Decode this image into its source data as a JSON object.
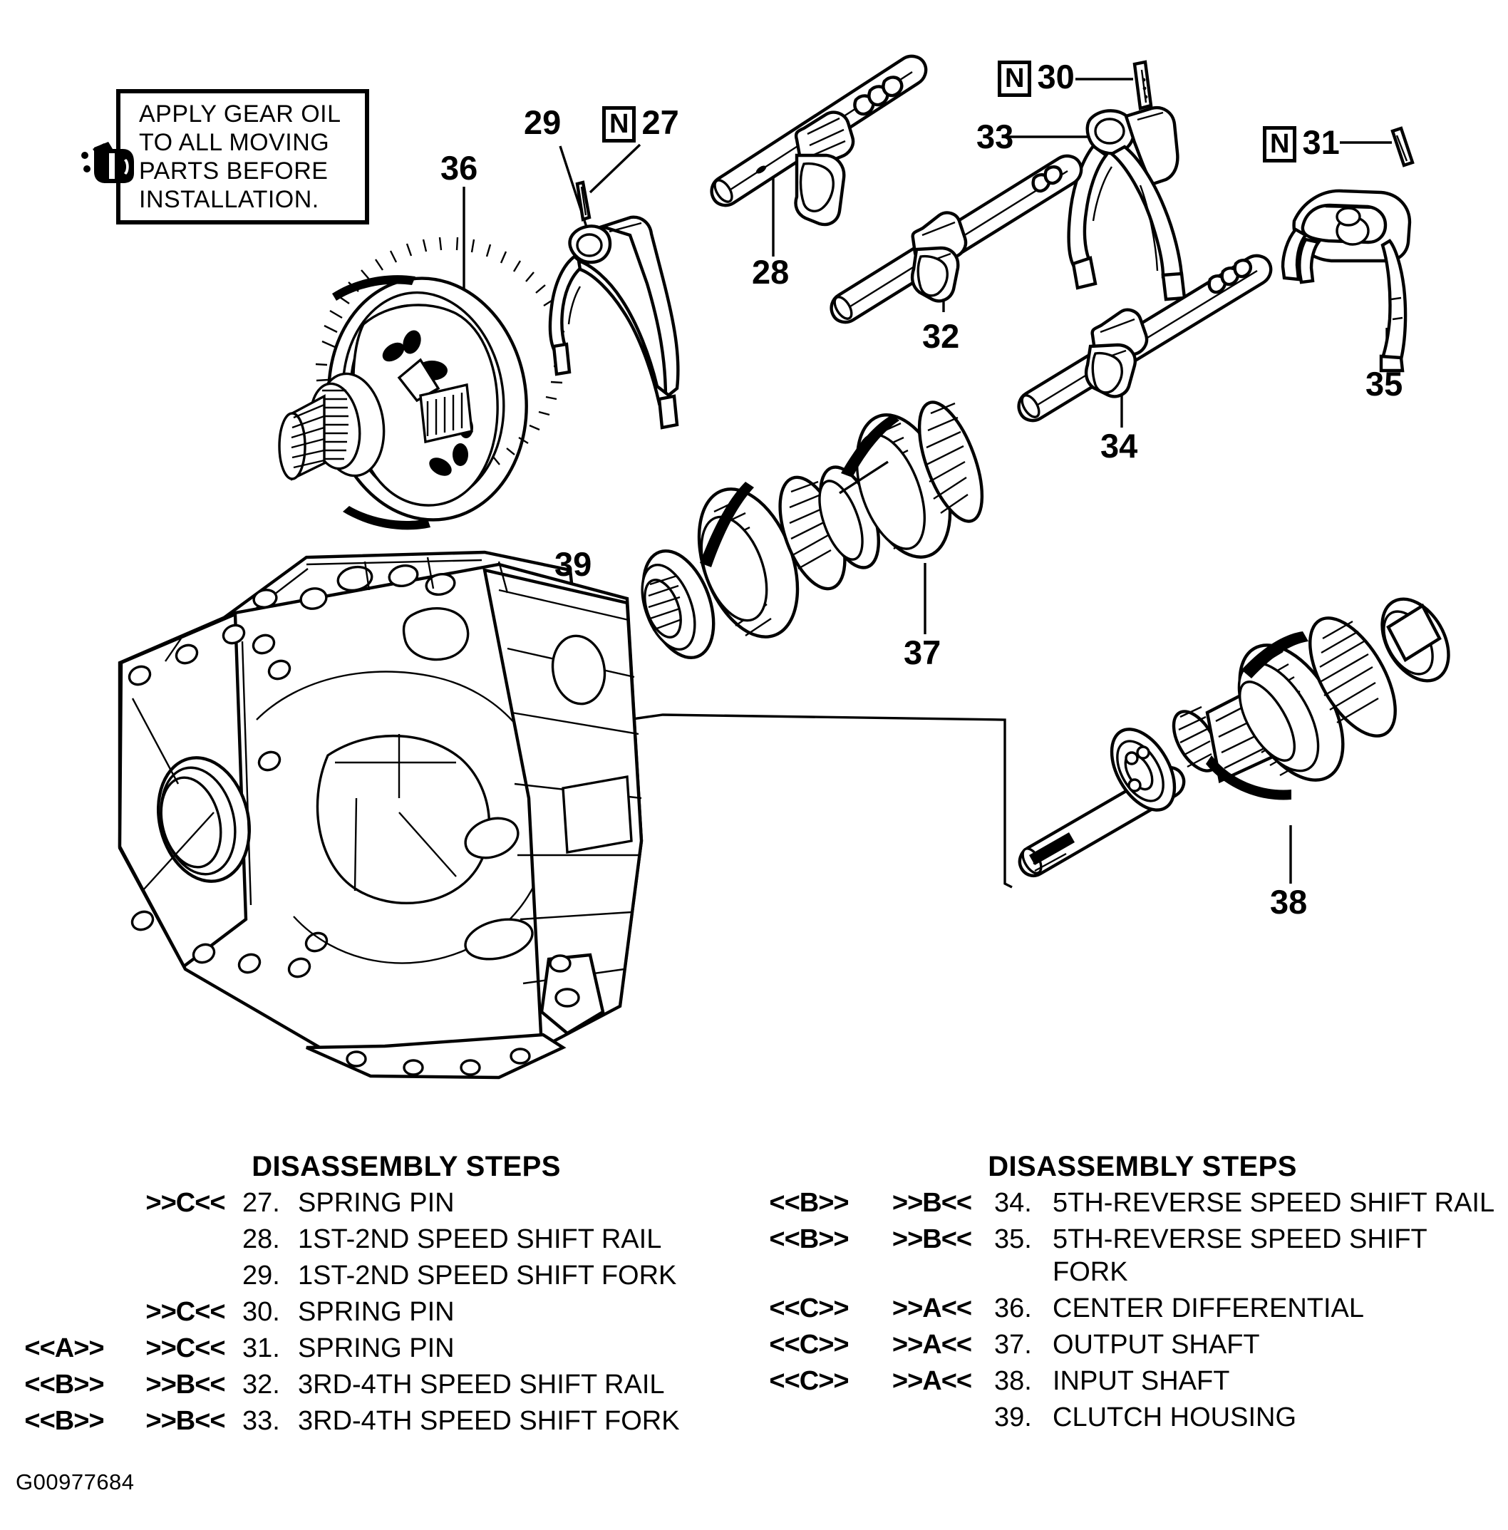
{
  "figure": {
    "code": "G00977684",
    "note": {
      "icon": "oil-can-icon",
      "lines": [
        "APPLY GEAR OIL",
        "TO ALL MOVING",
        "PARTS BEFORE",
        "INSTALLATION."
      ]
    }
  },
  "callouts": [
    {
      "id": "c36",
      "number": "36",
      "new_part": false
    },
    {
      "id": "c29",
      "number": "29",
      "new_part": false
    },
    {
      "id": "c27",
      "number": "27",
      "new_part": true,
      "marker": "N"
    },
    {
      "id": "c28",
      "number": "28",
      "new_part": false
    },
    {
      "id": "c30",
      "number": "30",
      "new_part": true,
      "marker": "N"
    },
    {
      "id": "c33",
      "number": "33",
      "new_part": false
    },
    {
      "id": "c31",
      "number": "31",
      "new_part": true,
      "marker": "N"
    },
    {
      "id": "c32",
      "number": "32",
      "new_part": false
    },
    {
      "id": "c35",
      "number": "35",
      "new_part": false
    },
    {
      "id": "c34",
      "number": "34",
      "new_part": false
    },
    {
      "id": "c39",
      "number": "39",
      "new_part": false
    },
    {
      "id": "c37",
      "number": "37",
      "new_part": false
    },
    {
      "id": "c38",
      "number": "38",
      "new_part": false
    }
  ],
  "legend_left": {
    "title": "DISASSEMBLY STEPS",
    "rows": [
      {
        "a": "",
        "b": ">>C<<",
        "n": "27.",
        "desc": "SPRING PIN"
      },
      {
        "a": "",
        "b": "",
        "n": "28.",
        "desc": "1ST-2ND SPEED SHIFT RAIL"
      },
      {
        "a": "",
        "b": "",
        "n": "29.",
        "desc": "1ST-2ND SPEED SHIFT FORK"
      },
      {
        "a": "",
        "b": ">>C<<",
        "n": "30.",
        "desc": "SPRING PIN"
      },
      {
        "a": "<<A>>",
        "b": ">>C<<",
        "n": "31.",
        "desc": "SPRING PIN"
      },
      {
        "a": "<<B>>",
        "b": ">>B<<",
        "n": "32.",
        "desc": "3RD-4TH SPEED SHIFT RAIL"
      },
      {
        "a": "<<B>>",
        "b": ">>B<<",
        "n": "33.",
        "desc": "3RD-4TH SPEED SHIFT FORK"
      }
    ]
  },
  "legend_right": {
    "title": "DISASSEMBLY STEPS",
    "rows": [
      {
        "a": "<<B>>",
        "b": ">>B<<",
        "n": "34.",
        "desc": "5TH-REVERSE SPEED SHIFT RAIL"
      },
      {
        "a": "<<B>>",
        "b": ">>B<<",
        "n": "35.",
        "desc": "5TH-REVERSE SPEED SHIFT FORK"
      },
      {
        "a": "<<C>>",
        "b": ">>A<<",
        "n": "36.",
        "desc": "CENTER DIFFERENTIAL"
      },
      {
        "a": "<<C>>",
        "b": ">>A<<",
        "n": "37.",
        "desc": "OUTPUT SHAFT"
      },
      {
        "a": "<<C>>",
        "b": ">>A<<",
        "n": "38.",
        "desc": "INPUT SHAFT"
      },
      {
        "a": "",
        "b": "",
        "n": "39.",
        "desc": "CLUTCH HOUSING"
      }
    ]
  }
}
